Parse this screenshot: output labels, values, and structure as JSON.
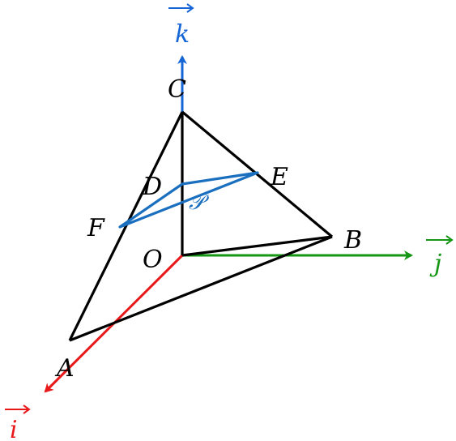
{
  "points": {
    "C": "C",
    "D": "D",
    "E": "E",
    "F": "F",
    "O": "O",
    "B": "B",
    "A": "A"
  },
  "plane_label": "𝒫",
  "axes": {
    "i": "i",
    "j": "j",
    "k": "k"
  },
  "colors": {
    "i_axis": "#e8191b",
    "j_axis": "#159615",
    "k_axis": "#1565d6",
    "plane": "#1a6fbf",
    "edges": "#000000"
  }
}
